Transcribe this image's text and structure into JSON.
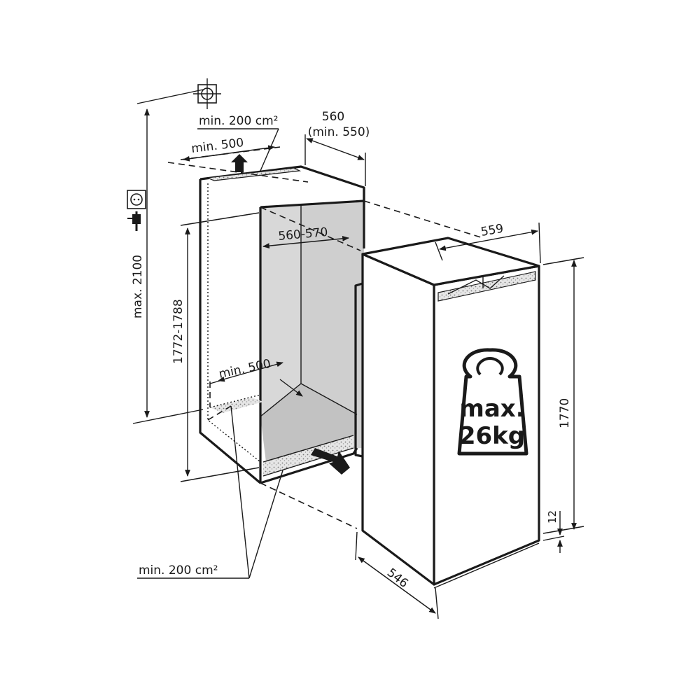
{
  "labels": {
    "top_vent_area": "min. 200 cm²",
    "top_depth": "min. 500",
    "niche_depth": "560",
    "niche_depth_min": "(min. 550)",
    "niche_width": "560-570",
    "max_height": "max. 2100",
    "niche_height": "1772-1788",
    "bottom_depth": "min. 500",
    "bottom_vent_area": "min. 200 cm²",
    "appliance_width": "559",
    "appliance_height": "1770",
    "appliance_depth": "546",
    "foot_height": "12"
  },
  "weight": {
    "line1": "max.",
    "line2": "26kg"
  },
  "icons": [
    "crosshair-icon",
    "socket-icon",
    "plug-icon",
    "weight-icon",
    "arrow-up-icon",
    "arrow-in-icon"
  ],
  "colors": {
    "ink": "#1a1a1a",
    "niche_fill": "#d4d4d4",
    "vent_fill": "#c8c8c8"
  }
}
